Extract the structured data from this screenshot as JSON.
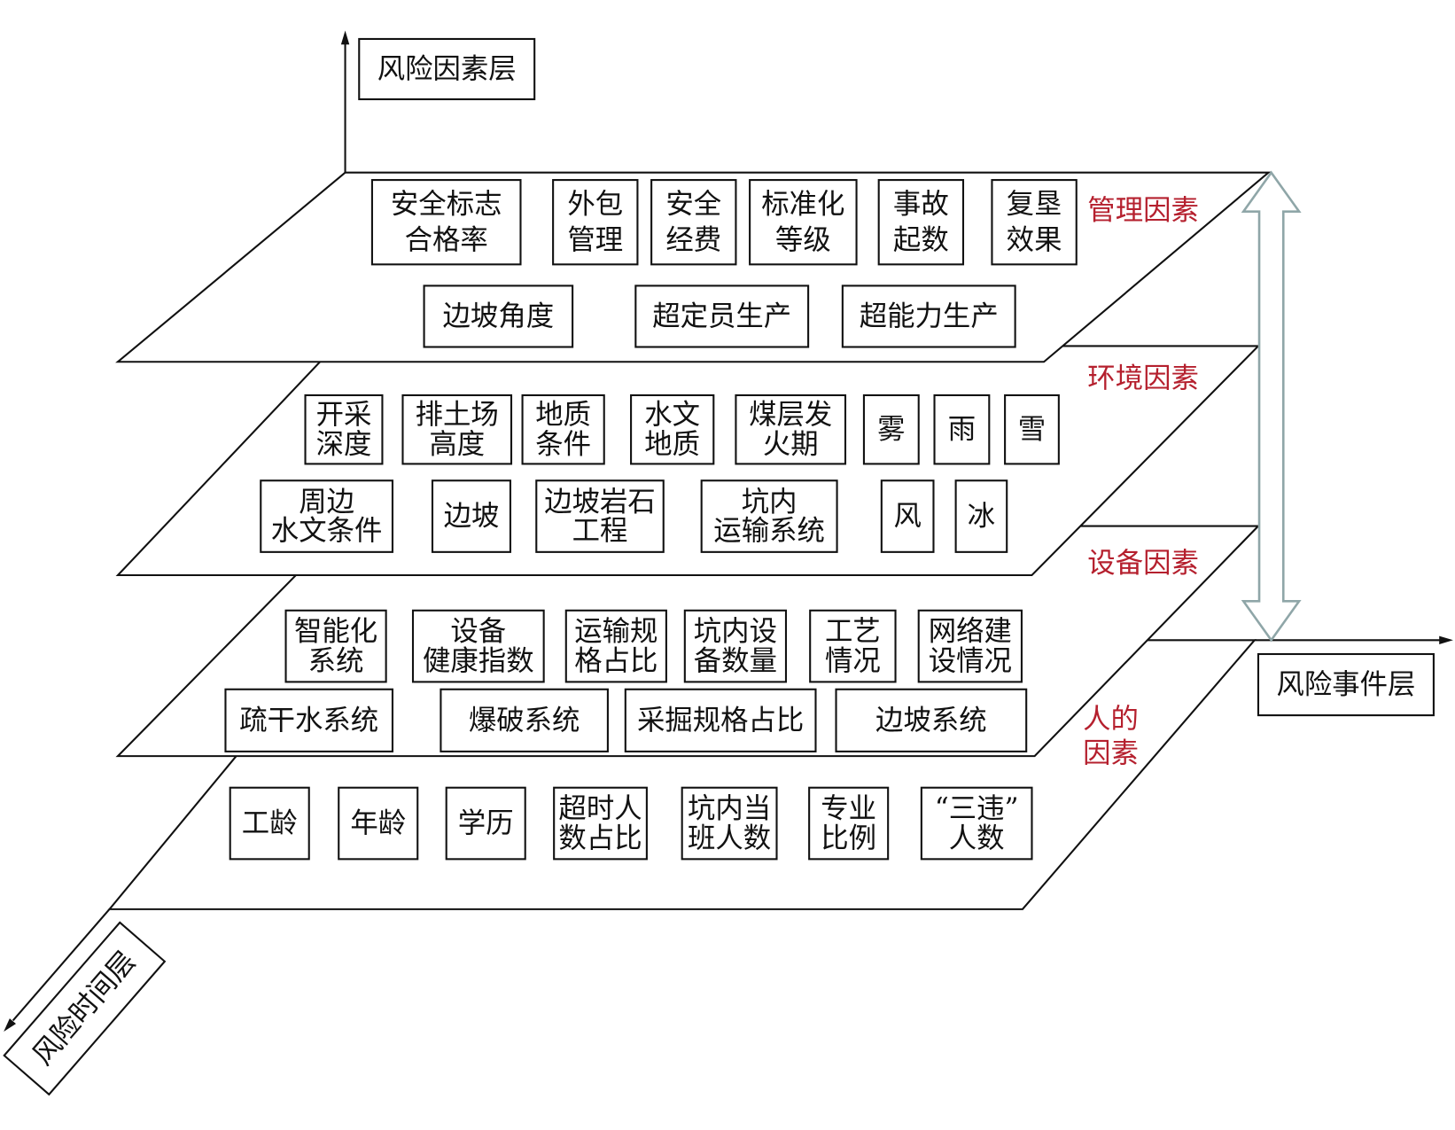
{
  "axes": {
    "factor_layer": "风险因素层",
    "event_layer": "风险事件层",
    "time_layer": "风险时间层"
  },
  "colors": {
    "layer_label": "#b5202e",
    "double_arrow": "#8fa6a8"
  },
  "layers": [
    {
      "label": [
        "管理因素"
      ],
      "items": [
        [
          "安全标志",
          "合格率"
        ],
        [
          "外包",
          "管理"
        ],
        [
          "安全",
          "经费"
        ],
        [
          "标准化",
          "等级"
        ],
        [
          "事故",
          "起数"
        ],
        [
          "复垦",
          "效果"
        ],
        [
          "边坡角度"
        ],
        [
          "超定员生产"
        ],
        [
          "超能力生产"
        ]
      ]
    },
    {
      "label": [
        "环境因素"
      ],
      "items": [
        [
          "开采",
          "深度"
        ],
        [
          "排土场",
          "高度"
        ],
        [
          "地质",
          "条件"
        ],
        [
          "水文",
          "地质"
        ],
        [
          "煤层发",
          "火期"
        ],
        [
          "雾"
        ],
        [
          "雨"
        ],
        [
          "雪"
        ],
        [
          "周边",
          "水文条件"
        ],
        [
          "边坡"
        ],
        [
          "边坡岩石",
          "工程"
        ],
        [
          "坑内",
          "运输系统"
        ],
        [
          "风"
        ],
        [
          "冰"
        ]
      ]
    },
    {
      "label": [
        "设备因素"
      ],
      "items": [
        [
          "智能化",
          "系统"
        ],
        [
          "设备",
          "健康指数"
        ],
        [
          "运输规",
          "格占比"
        ],
        [
          "坑内设",
          "备数量"
        ],
        [
          "工艺",
          "情况"
        ],
        [
          "网络建",
          "设情况"
        ],
        [
          "疏干水系统"
        ],
        [
          "爆破系统"
        ],
        [
          "采掘规格占比"
        ],
        [
          "边坡系统"
        ]
      ]
    },
    {
      "label": [
        "人的",
        "因素"
      ],
      "items": [
        [
          "工龄"
        ],
        [
          "年龄"
        ],
        [
          "学历"
        ],
        [
          "超时人",
          "数占比"
        ],
        [
          "坑内当",
          "班人数"
        ],
        [
          "专业",
          "比例"
        ],
        [
          "“三违”",
          "人数"
        ]
      ]
    }
  ]
}
